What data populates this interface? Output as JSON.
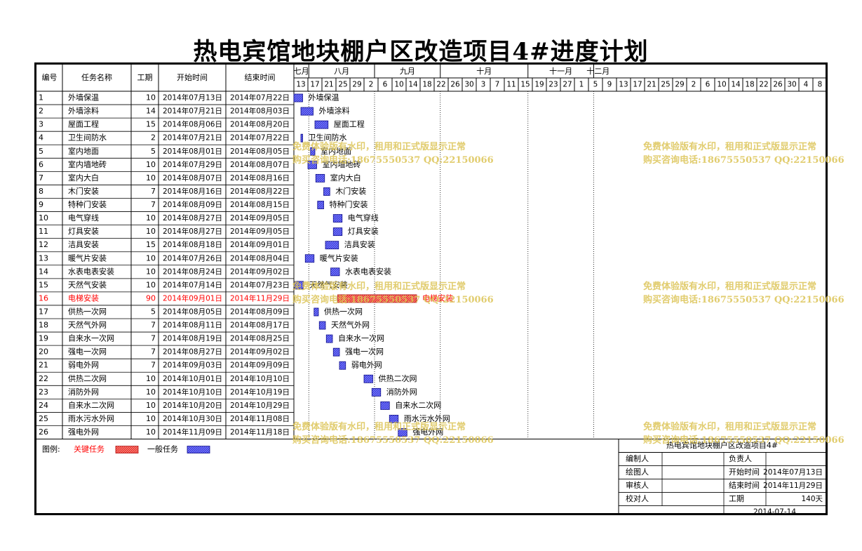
{
  "title": "热电宾馆地块棚户区改造项目4#进度计划",
  "columns": {
    "no": "编号",
    "name": "任务名称",
    "duration": "工期",
    "start": "开始时间",
    "end": "结束时间"
  },
  "months": [
    {
      "label": "七月",
      "from": 13,
      "to": 29
    },
    {
      "label": "八月",
      "from": 30,
      "to": 104
    },
    {
      "label": "九月",
      "from": 105,
      "to": 179
    },
    {
      "label": "十月",
      "from": 180,
      "to": 279
    },
    {
      "label": "十一月",
      "from": 280,
      "to": 354
    },
    {
      "label": "十二月",
      "from": 355,
      "to": 364
    }
  ],
  "days": [
    "13",
    "17",
    "21",
    "25",
    "29",
    "2",
    "6",
    "10",
    "14",
    "18",
    "22",
    "26",
    "30",
    "3",
    "7",
    "11",
    "15",
    "19",
    "23",
    "27",
    "1",
    "5",
    "9",
    "13",
    "17",
    "21",
    "25",
    "29",
    "2",
    "6",
    "10",
    "14",
    "18",
    "22",
    "26",
    "30",
    "4",
    "8"
  ],
  "colors": {
    "critical": "#e8342e",
    "normal": "#3c3ce0",
    "critical_text": "#ff0000",
    "watermark": "#dcc455"
  },
  "chart_data": {
    "type": "gantt",
    "x_axis": {
      "start": "2014-07-13",
      "end": "2014-12-10"
    },
    "tasks": [
      {
        "no": "1",
        "name": "外墙保温",
        "duration": "10",
        "start": "2014年07月13日",
        "end": "2014年07月22日",
        "critical": false
      },
      {
        "no": "2",
        "name": "外墙涂料",
        "duration": "14",
        "start": "2014年07月21日",
        "end": "2014年08月03日",
        "critical": false
      },
      {
        "no": "3",
        "name": "屋面工程",
        "duration": "15",
        "start": "2014年08月06日",
        "end": "2014年08月20日",
        "critical": false
      },
      {
        "no": "4",
        "name": "卫生间防水",
        "duration": "2",
        "start": "2014年07月21日",
        "end": "2014年07月22日",
        "critical": false
      },
      {
        "no": "5",
        "name": "室内地面",
        "duration": "5",
        "start": "2014年08月01日",
        "end": "2014年08月05日",
        "critical": false
      },
      {
        "no": "6",
        "name": "室内墙地砖",
        "duration": "10",
        "start": "2014年07月29日",
        "end": "2014年08月07日",
        "critical": false
      },
      {
        "no": "7",
        "name": "室内大白",
        "duration": "10",
        "start": "2014年08月07日",
        "end": "2014年08月16日",
        "critical": false
      },
      {
        "no": "8",
        "name": "木门安装",
        "duration": "7",
        "start": "2014年08月16日",
        "end": "2014年08月22日",
        "critical": false
      },
      {
        "no": "9",
        "name": "特种门安装",
        "duration": "7",
        "start": "2014年08月09日",
        "end": "2014年08月15日",
        "critical": false
      },
      {
        "no": "10",
        "name": "电气穿线",
        "duration": "10",
        "start": "2014年08月27日",
        "end": "2014年09月05日",
        "critical": false
      },
      {
        "no": "11",
        "name": "灯具安装",
        "duration": "10",
        "start": "2014年08月27日",
        "end": "2014年09月05日",
        "critical": false
      },
      {
        "no": "12",
        "name": "洁具安装",
        "duration": "15",
        "start": "2014年08月18日",
        "end": "2014年09月01日",
        "critical": false
      },
      {
        "no": "13",
        "name": "暖气片安装",
        "duration": "10",
        "start": "2014年07月26日",
        "end": "2014年08月04日",
        "critical": false
      },
      {
        "no": "14",
        "name": "水表电表安装",
        "duration": "10",
        "start": "2014年08月24日",
        "end": "2014年09月02日",
        "critical": false
      },
      {
        "no": "15",
        "name": "天然气安装",
        "duration": "10",
        "start": "2014年07月14日",
        "end": "2014年07月23日",
        "critical": false
      },
      {
        "no": "16",
        "name": "电梯安装",
        "duration": "90",
        "start": "2014年09月01日",
        "end": "2014年11月29日",
        "critical": true
      },
      {
        "no": "17",
        "name": "供热一次网",
        "duration": "5",
        "start": "2014年08月05日",
        "end": "2014年08月09日",
        "critical": false
      },
      {
        "no": "18",
        "name": "天然气外网",
        "duration": "7",
        "start": "2014年08月11日",
        "end": "2014年08月17日",
        "critical": false
      },
      {
        "no": "19",
        "name": "自来水一次网",
        "duration": "7",
        "start": "2014年08月19日",
        "end": "2014年08月25日",
        "critical": false
      },
      {
        "no": "20",
        "name": "强电一次网",
        "duration": "7",
        "start": "2014年08月27日",
        "end": "2014年09月02日",
        "critical": false
      },
      {
        "no": "21",
        "name": "弱电外网",
        "duration": "7",
        "start": "2014年09月03日",
        "end": "2014年09月09日",
        "critical": false
      },
      {
        "no": "22",
        "name": "供热二次网",
        "duration": "10",
        "start": "2014年10月01日",
        "end": "2014年10月10日",
        "critical": false
      },
      {
        "no": "23",
        "name": "消防外网",
        "duration": "10",
        "start": "2014年10月10日",
        "end": "2014年10月19日",
        "critical": false
      },
      {
        "no": "24",
        "name": "自来水二次网",
        "duration": "10",
        "start": "2014年10月20日",
        "end": "2014年10月29日",
        "critical": false
      },
      {
        "no": "25",
        "name": "雨水污水外网",
        "duration": "10",
        "start": "2014年10月30日",
        "end": "2014年11月08日",
        "critical": false
      },
      {
        "no": "26",
        "name": "强电外网",
        "duration": "10",
        "start": "2014年11月09日",
        "end": "2014年11月18日",
        "critical": false
      }
    ]
  },
  "legend": {
    "label": "图例:",
    "critical": "关键任务",
    "normal": "一般任务"
  },
  "info": {
    "project": "热电宾馆地块棚户区改造项目4#",
    "compiler": "编制人",
    "owner": "负责人",
    "drafter": "绘图人",
    "start_label": "开始时间",
    "start_value": "2014年07月13日",
    "reviewer": "审核人",
    "end_label": "结束时间",
    "end_value": "2014年11月29日",
    "checker": "校对人",
    "duration_label": "工期",
    "duration_value": "140天",
    "date": "2014-07-14"
  },
  "watermark": {
    "line1": "免费体验版有水印，租用和正式版显示正常",
    "line2": "购买咨询电话:18675550537 QQ:22150066"
  }
}
